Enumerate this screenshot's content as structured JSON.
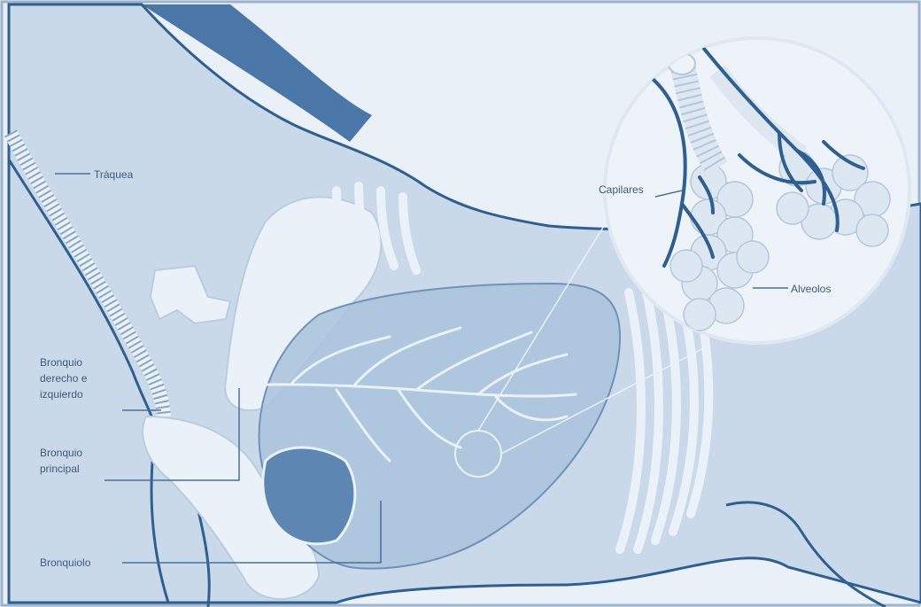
{
  "labels": {
    "traquea": "Tráquea",
    "bronquio_de_line1": "Bronquio",
    "bronquio_de_line2": "derecho e",
    "bronquio_de_line3": "izquierdo",
    "bronquio_principal_line1": "Bronquio",
    "bronquio_principal_line2": "principal",
    "bronquiolo": "Bronquiolo",
    "capilares": "Capilares",
    "alveolos": "Alveolos"
  },
  "colors": {
    "background": "#e6eef6",
    "body_fill": "#c9d9ea",
    "outline": "#2f5f91",
    "bone": "#eaf1f8",
    "lung": "#a9c2dc",
    "label_text": "#3d5a7a",
    "leader_line": "#4a6f96"
  }
}
